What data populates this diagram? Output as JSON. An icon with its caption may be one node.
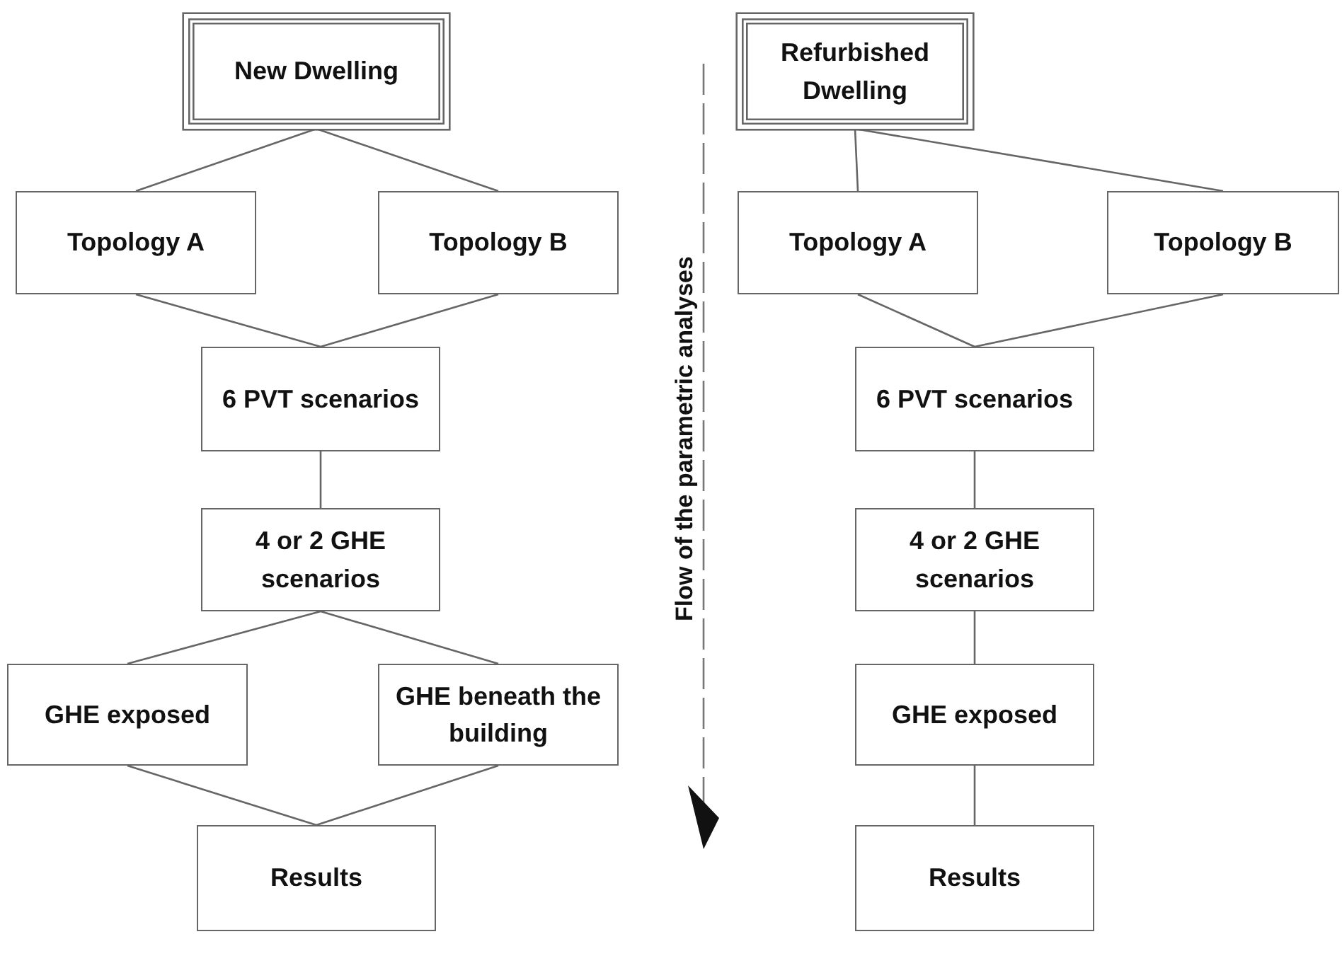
{
  "diagram": {
    "nodes": [
      {
        "text": [
          "New Dwelling"
        ]
      },
      {
        "text": [
          "Topology A"
        ]
      },
      {
        "text": [
          "Topology B"
        ]
      },
      {
        "text": [
          "6 PVT scenarios"
        ]
      },
      {
        "text": [
          "4 or 2 GHE scenarios"
        ]
      },
      {
        "text": [
          "GHE exposed"
        ]
      },
      {
        "text": [
          "GHE beneath the building"
        ]
      },
      {
        "text": [
          "Results"
        ]
      },
      {
        "text": [
          "Refurbished Dwelling"
        ]
      },
      {
        "text": [
          "Topology A"
        ]
      },
      {
        "text": [
          "Topology B"
        ]
      },
      {
        "text": [
          "6 PVT scenarios"
        ]
      },
      {
        "text": [
          "4 or 2 GHE scenarios"
        ]
      },
      {
        "text": [
          "GHE exposed"
        ]
      },
      {
        "text": [
          "Results"
        ]
      }
    ],
    "edges": [
      {
        "from": 0,
        "to": 1,
        "arrow": "none"
      },
      {
        "from": 0,
        "to": 2,
        "arrow": "none"
      },
      {
        "from": 1,
        "to": 3,
        "arrow": "none"
      },
      {
        "from": 2,
        "to": 3,
        "arrow": "none"
      },
      {
        "from": 3,
        "to": 4,
        "arrow": "none"
      },
      {
        "from": 4,
        "to": 5,
        "arrow": "none"
      },
      {
        "from": 4,
        "to": 6,
        "arrow": "none"
      },
      {
        "from": 5,
        "to": 7,
        "arrow": "none"
      },
      {
        "from": 6,
        "to": 7,
        "arrow": "none"
      },
      {
        "from": 8,
        "to": 9,
        "arrow": "none"
      },
      {
        "from": 8,
        "to": 10,
        "arrow": "none"
      },
      {
        "from": 9,
        "to": 11,
        "arrow": "none"
      },
      {
        "from": 10,
        "to": 11,
        "arrow": "none"
      },
      {
        "from": 11,
        "to": 12,
        "arrow": "none"
      },
      {
        "from": 12,
        "to": 13,
        "arrow": "none"
      },
      {
        "from": 13,
        "to": 14,
        "arrow": "none"
      }
    ],
    "labels": [
      "Flow of the parametric analyses"
    ]
  }
}
